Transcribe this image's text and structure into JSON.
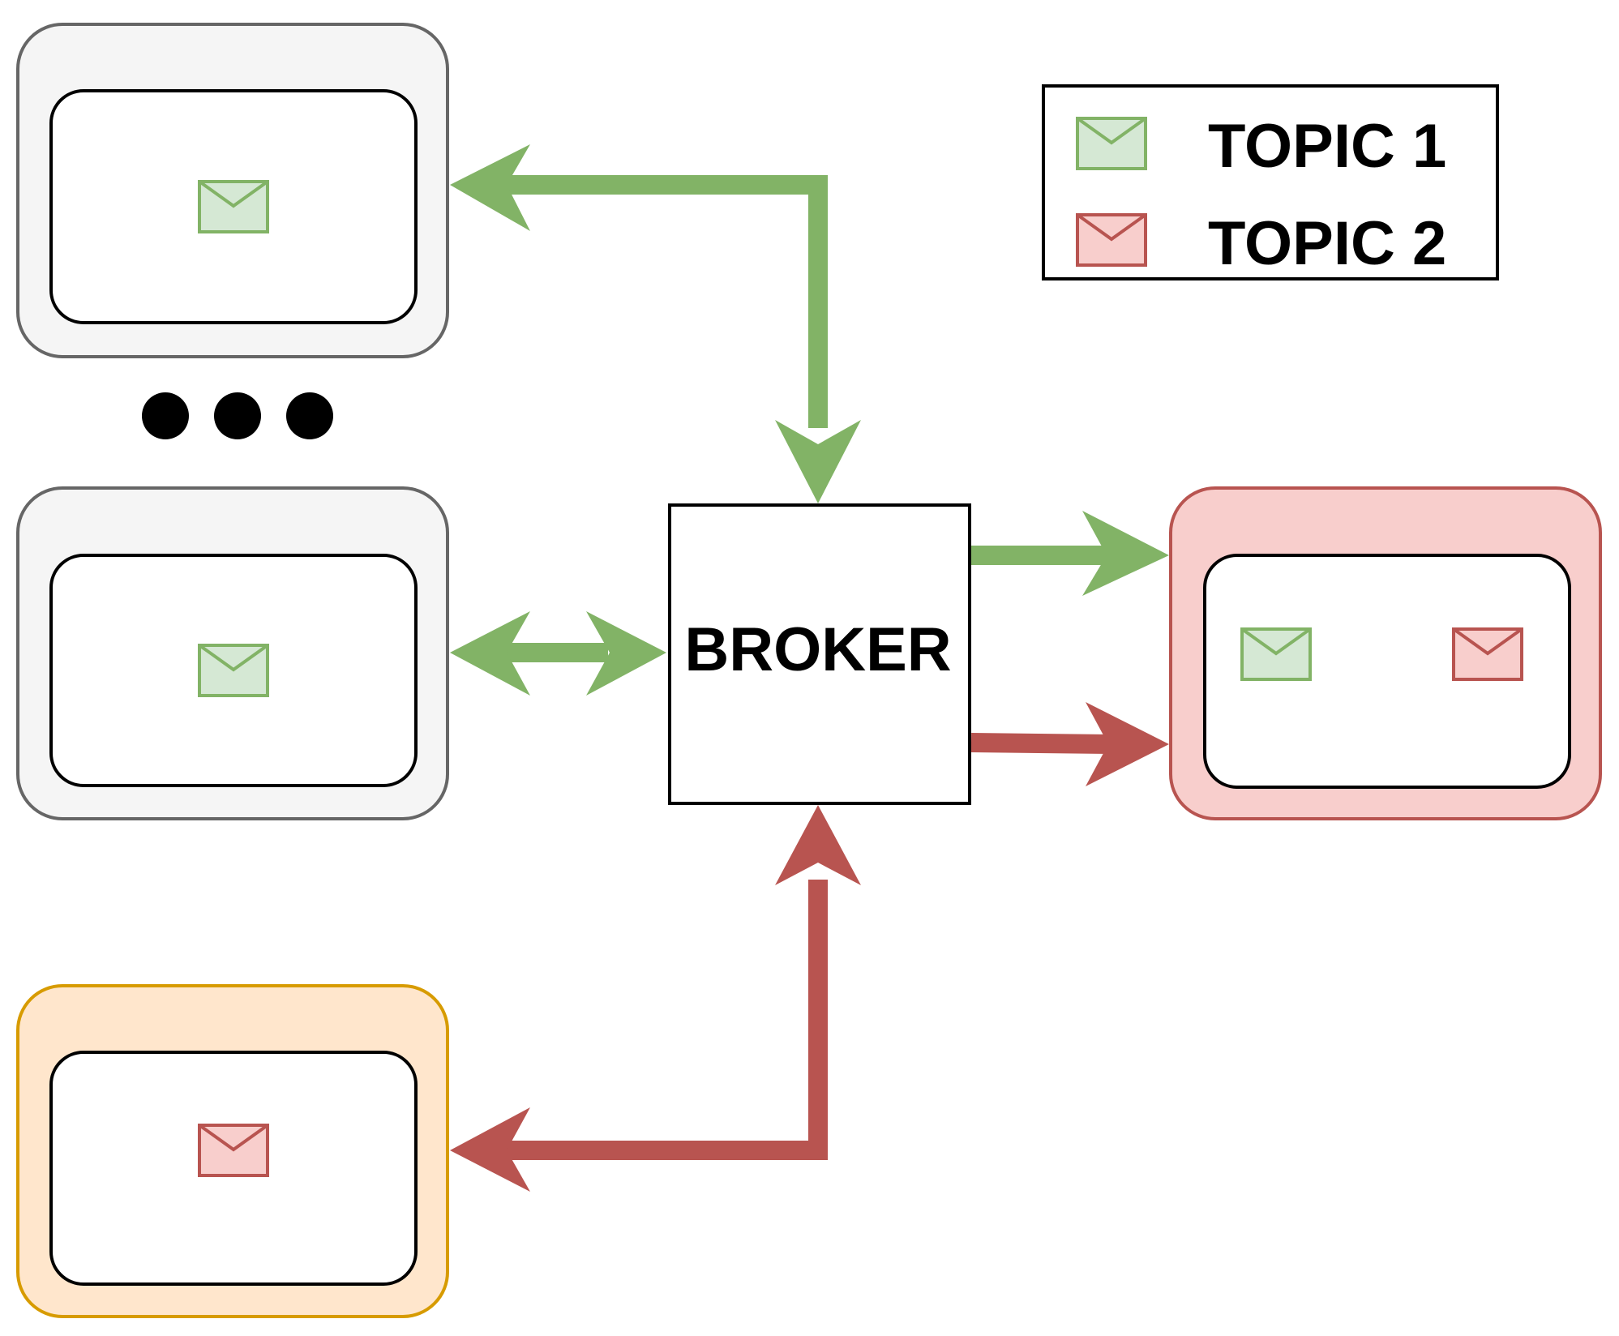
{
  "broker": {
    "label": "BROKER"
  },
  "legend": {
    "items": [
      {
        "label": "TOPIC 1",
        "icon": "envelope-icon"
      },
      {
        "label": "TOPIC 2",
        "icon": "envelope-icon"
      }
    ]
  },
  "nodes": [
    {
      "id": "client-1",
      "messages": [
        "topic-1"
      ]
    },
    {
      "id": "client-2",
      "messages": [
        "topic-1"
      ]
    },
    {
      "id": "client-3",
      "messages": [
        "topic-2"
      ]
    },
    {
      "id": "client-4",
      "messages": [
        "topic-1",
        "topic-2"
      ]
    }
  ],
  "colors": {
    "topic1_stroke": "#82b366",
    "topic1_fill": "#d5e8d4",
    "topic2_stroke": "#b85450",
    "topic2_fill": "#f8cecc",
    "neutral_stroke": "#666666",
    "neutral_fill": "#f5f5f5",
    "orange_stroke": "#d79b00",
    "orange_fill": "#ffe6cc"
  }
}
